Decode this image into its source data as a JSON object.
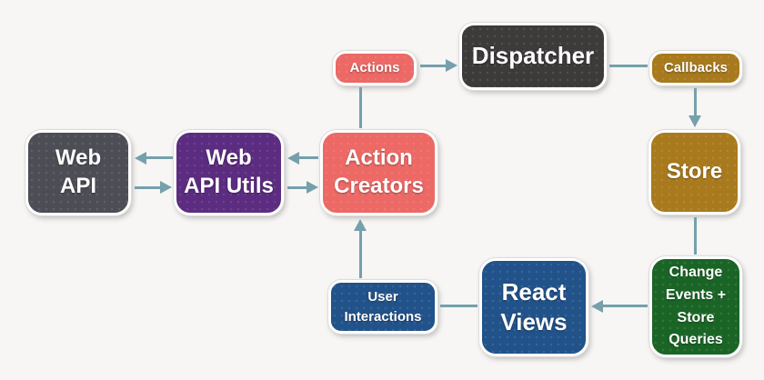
{
  "diagram": {
    "description": "Flux application architecture data-flow diagram",
    "background_color": "#f7f6f4",
    "connector_color": "#75a0ac",
    "node_colors": {
      "red": "#ec6965",
      "dark": "#3d3a3a",
      "gray": "#4d4d55",
      "purple": "#5b2c80",
      "gold": "#a87a1d",
      "green": "#1a6526",
      "blue": "#215289"
    },
    "nodes": {
      "actions": {
        "lines": [
          "Actions"
        ],
        "color": "#ec6965"
      },
      "dispatcher": {
        "lines": [
          "Dispatcher"
        ],
        "color": "#3d3a3a"
      },
      "callbacks": {
        "lines": [
          "Callbacks"
        ],
        "color": "#a87a1d"
      },
      "web_api": {
        "lines": [
          "Web",
          "API"
        ],
        "color": "#4d4d55"
      },
      "web_api_utils": {
        "lines": [
          "Web",
          "API Utils"
        ],
        "color": "#5b2c80"
      },
      "action_creators": {
        "lines": [
          "Action",
          "Creators"
        ],
        "color": "#ec6965"
      },
      "store": {
        "lines": [
          "Store"
        ],
        "color": "#a87a1d"
      },
      "change_events": {
        "lines": [
          "Change",
          "Events +",
          "Store",
          "Queries"
        ],
        "color": "#1a6526"
      },
      "react_views": {
        "lines": [
          "React",
          "Views"
        ],
        "color": "#215289"
      },
      "user_interactions": {
        "lines": [
          "User",
          "Interactions"
        ],
        "color": "#215289"
      }
    },
    "edges": [
      {
        "from": "actions",
        "to": "dispatcher",
        "style": "arrow"
      },
      {
        "from": "dispatcher",
        "to": "callbacks",
        "style": "line"
      },
      {
        "from": "callbacks",
        "to": "store",
        "style": "arrow"
      },
      {
        "from": "store",
        "to": "change_events",
        "style": "line"
      },
      {
        "from": "change_events",
        "to": "react_views",
        "style": "arrow"
      },
      {
        "from": "react_views",
        "to": "user_interactions",
        "style": "line"
      },
      {
        "from": "user_interactions",
        "to": "action_creators",
        "style": "arrow"
      },
      {
        "from": "action_creators",
        "to": "actions",
        "style": "line"
      },
      {
        "from": "web_api_utils",
        "to": "web_api",
        "style": "arrow"
      },
      {
        "from": "web_api",
        "to": "web_api_utils",
        "style": "arrow"
      },
      {
        "from": "action_creators",
        "to": "web_api_utils",
        "style": "arrow"
      },
      {
        "from": "web_api_utils",
        "to": "action_creators",
        "style": "arrow"
      }
    ]
  }
}
